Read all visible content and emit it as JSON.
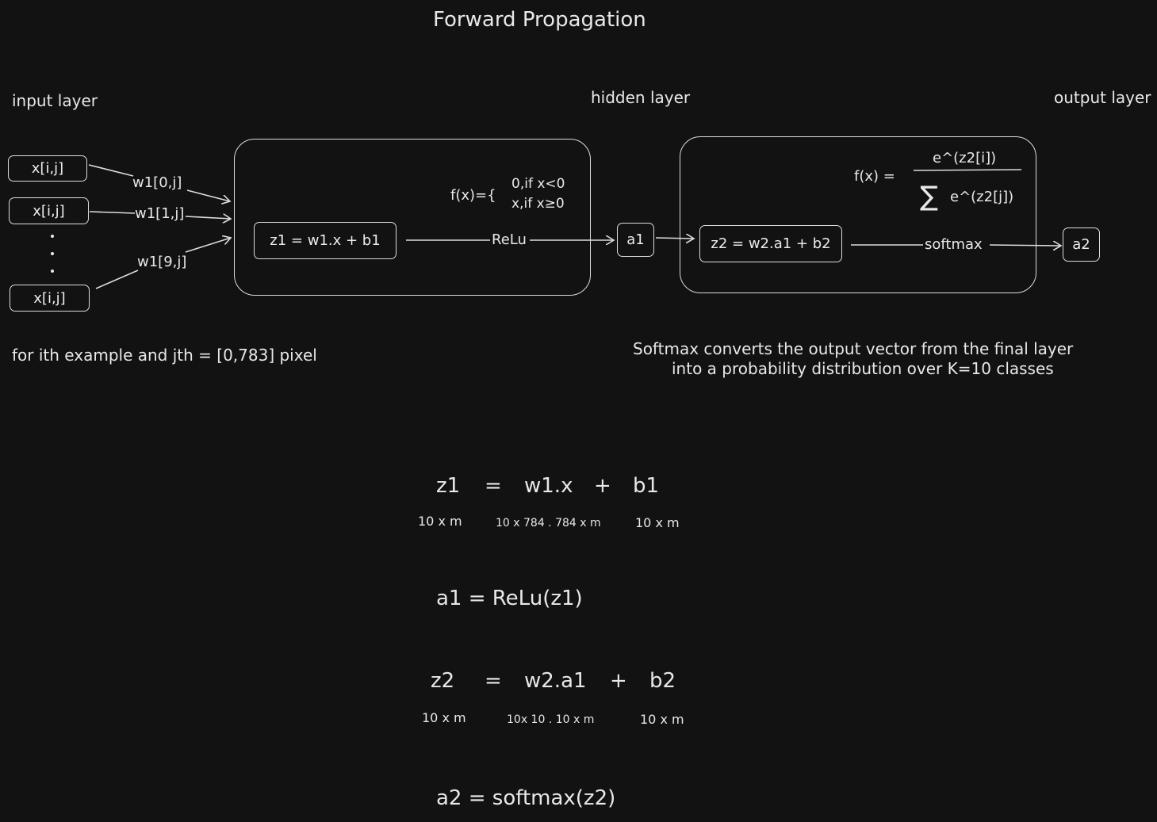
{
  "title": "Forward Propagation",
  "layers": {
    "input": "input layer",
    "hidden": "hidden layer",
    "output": "output layer"
  },
  "inputs": [
    "x[i,j]",
    "x[i,j]",
    "x[i,j]"
  ],
  "weights": [
    "w1[0,j]",
    "w1[1,j]",
    "w1[9,j]"
  ],
  "hidden": {
    "node": "z1 = w1.x + b1",
    "activation": "ReLu",
    "relu_prefix": "f(x)={",
    "relu_case1": "0,if x<0",
    "relu_case2": "x,if x≥0",
    "out": "a1"
  },
  "output": {
    "node": "z2 = w2.a1 + b2",
    "activation": "softmax",
    "fx": "f(x) =",
    "numerator": "e^(z2[i])",
    "sigma": "∑",
    "denominator": "e^(z2[j])",
    "out": "a2"
  },
  "notes": {
    "input": "for ith example and jth = [0,783] pixel",
    "softmax_line1": "Softmax converts the output vector from the final layer",
    "softmax_line2": "into a probability distribution over K=10 classes"
  },
  "equations": {
    "eq1": {
      "lhs": "z1",
      "eq": "=",
      "term": "w1.x",
      "plus": "+",
      "bias": "b1",
      "dim_lhs": "10 x m",
      "dim_term": "10 x 784 . 784 x m",
      "dim_bias": "10 x m"
    },
    "eq2": "a1 = ReLu(z1)",
    "eq3": {
      "lhs": "z2",
      "eq": "=",
      "term": "w2.a1",
      "plus": "+",
      "bias": "b2",
      "dim_lhs": "10 x m",
      "dim_term": "10x 10 . 10 x m",
      "dim_bias": "10 x m"
    },
    "eq4": "a2 = softmax(z2)"
  },
  "colors": {
    "background": "#121212",
    "stroke": "#dcdcdc",
    "text": "#e8e8e8"
  }
}
